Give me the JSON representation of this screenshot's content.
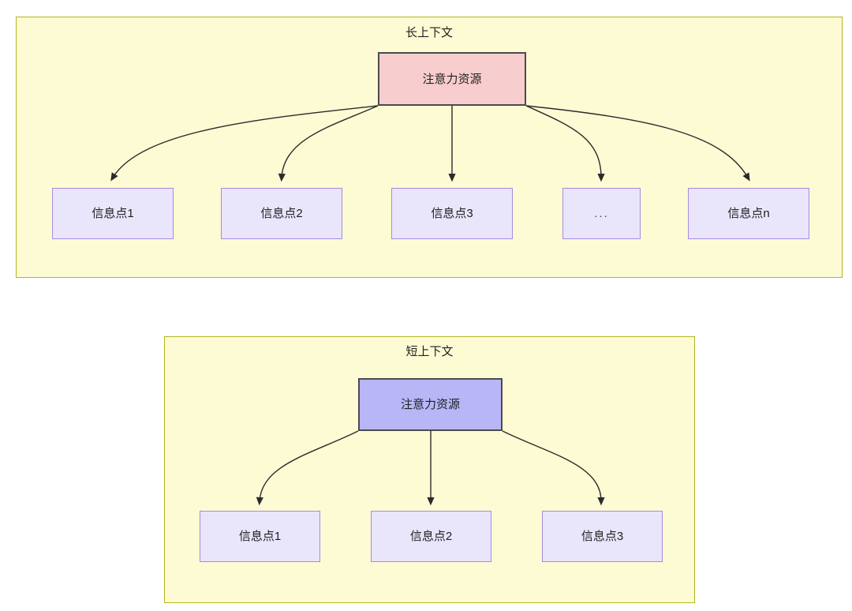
{
  "diagram": {
    "type": "flow-diagram",
    "background": "#ffffff",
    "panel_fill": "#fdfbd4",
    "panel_stroke": "#b5b520",
    "edge_color": "#2b2b2b",
    "panels": [
      {
        "id": "long-context",
        "title": "长上下文",
        "root": {
          "label": "注意力资源",
          "fill": "#f8cdcd",
          "stroke": "#4b4b4b"
        },
        "children": [
          {
            "label": "信息点1",
            "fill": "#e9e5fb",
            "stroke": "#a78ae0"
          },
          {
            "label": "信息点2",
            "fill": "#e9e5fb",
            "stroke": "#a78ae0"
          },
          {
            "label": "信息点3",
            "fill": "#e9e5fb",
            "stroke": "#a78ae0"
          },
          {
            "label": "...",
            "fill": "#e9e5fb",
            "stroke": "#a78ae0"
          },
          {
            "label": "信息点n",
            "fill": "#e9e5fb",
            "stroke": "#a78ae0"
          }
        ]
      },
      {
        "id": "short-context",
        "title": "短上下文",
        "root": {
          "label": "注意力资源",
          "fill": "#b8b6f7",
          "stroke": "#4b4b4b"
        },
        "children": [
          {
            "label": "信息点1",
            "fill": "#e9e5fb",
            "stroke": "#a78ae0"
          },
          {
            "label": "信息点2",
            "fill": "#e9e5fb",
            "stroke": "#a78ae0"
          },
          {
            "label": "信息点3",
            "fill": "#e9e5fb",
            "stroke": "#a78ae0"
          }
        ]
      }
    ]
  }
}
